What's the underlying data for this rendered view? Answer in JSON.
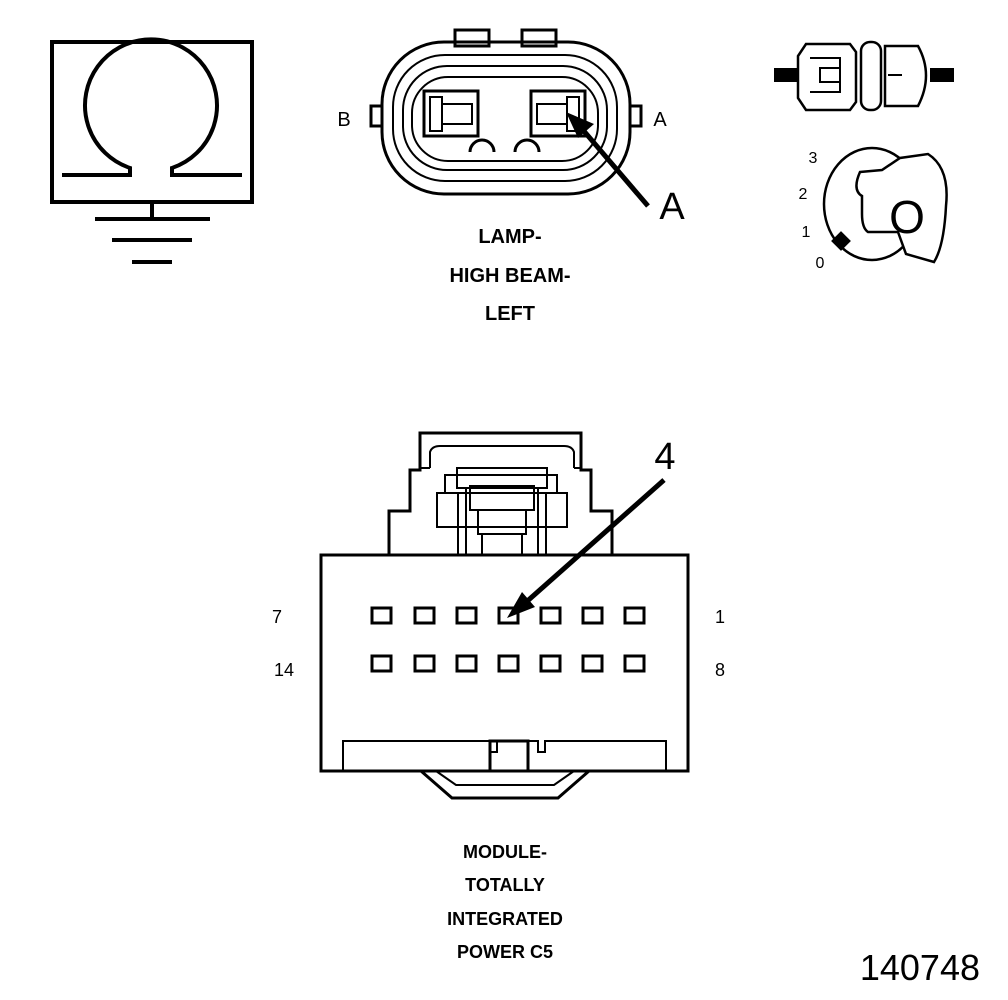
{
  "lamp_connector": {
    "title_lines": [
      "LAMP-",
      "HIGH BEAM-",
      "LEFT"
    ],
    "cavity_labels": {
      "left": "B",
      "right": "A"
    },
    "callout": "A"
  },
  "ignition_switch": {
    "positions": [
      "3",
      "2",
      "1",
      "0"
    ],
    "key_letter": "O"
  },
  "module_connector": {
    "title_lines": [
      "MODULE-",
      "TOTALLY",
      "INTEGRATED",
      "POWER C5"
    ],
    "row_labels": {
      "top_left": "7",
      "top_right": "1",
      "bottom_left": "14",
      "bottom_right": "8"
    },
    "callout": "4"
  },
  "figure_number": "140748"
}
